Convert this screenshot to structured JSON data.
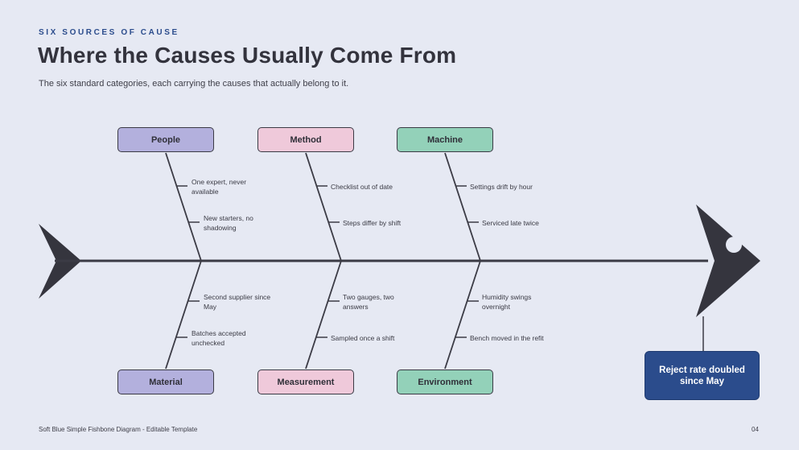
{
  "header": {
    "eyebrow": "SIX SOURCES OF CAUSE",
    "title": "Where the Causes Usually Come From",
    "subtitle": "The six standard categories, each carrying the causes that actually belong to it."
  },
  "categories": {
    "people": {
      "label": "People",
      "causes": [
        "One expert, never available",
        "New starters, no shadowing"
      ]
    },
    "method": {
      "label": "Method",
      "causes": [
        "Checklist out of date",
        "Steps differ by shift"
      ]
    },
    "machine": {
      "label": "Machine",
      "causes": [
        "Settings drift by hour",
        "Serviced late twice"
      ]
    },
    "material": {
      "label": "Material",
      "causes": [
        "Second supplier since May",
        "Batches accepted unchecked"
      ]
    },
    "measurement": {
      "label": "Measurement",
      "causes": [
        "Two gauges, two answers",
        "Sampled once a shift"
      ]
    },
    "environment": {
      "label": "Environment",
      "causes": [
        "Humidity swings overnight",
        "Bench moved in the refit"
      ]
    }
  },
  "effect": {
    "label": "Reject rate doubled since May"
  },
  "footer": {
    "text": "Soft Blue Simple Fishbone Diagram - Editable Template",
    "page": "04"
  },
  "colors": {
    "background": "#e6e9f3",
    "accent": "#2b4c8c",
    "people_material": "#b3b0dd",
    "method_measurement": "#efc9da",
    "machine_environment": "#93d1b9",
    "line": "#3b3b45"
  }
}
